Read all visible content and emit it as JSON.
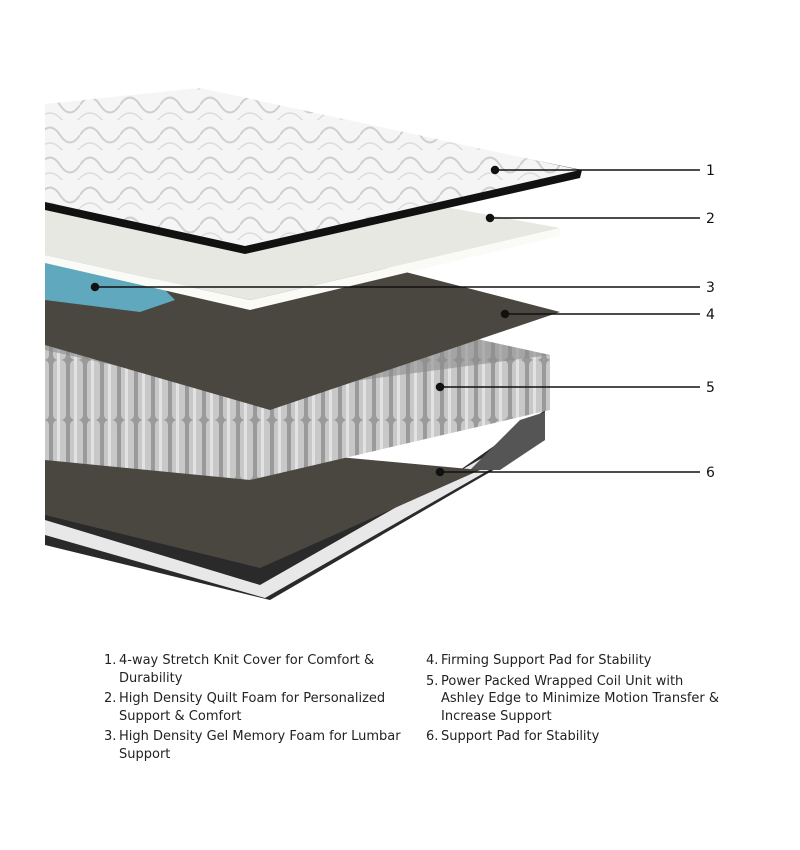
{
  "callouts": [
    {
      "number": "1"
    },
    {
      "number": "2"
    },
    {
      "number": "3"
    },
    {
      "number": "4"
    },
    {
      "number": "5"
    },
    {
      "number": "6"
    }
  ],
  "legend": {
    "column1": [
      {
        "number": "1.",
        "text": "4-way Stretch Knit Cover for Comfort & Durability"
      },
      {
        "number": "2.",
        "text": "High Density Quilt Foam for Personalized Support & Comfort"
      },
      {
        "number": "3.",
        "text": "High Density Gel Memory Foam for Lumbar Support"
      }
    ],
    "column2": [
      {
        "number": "4.",
        "text": "Firming Support Pad for Stability"
      },
      {
        "number": "5.",
        "text": "Power Packed Wrapped Coil Unit with Ashley Edge to Minimize Motion Transfer & Increase Support"
      },
      {
        "number": "6.",
        "text": "Support Pad for Stability"
      }
    ]
  },
  "colors": {
    "cover": "#f2f2f2",
    "foam": "#e8e8e2",
    "gel": "#5fa8bd",
    "pad": "#4a4640",
    "coil": "#a8a8a8",
    "base": "#2a2a2a"
  }
}
